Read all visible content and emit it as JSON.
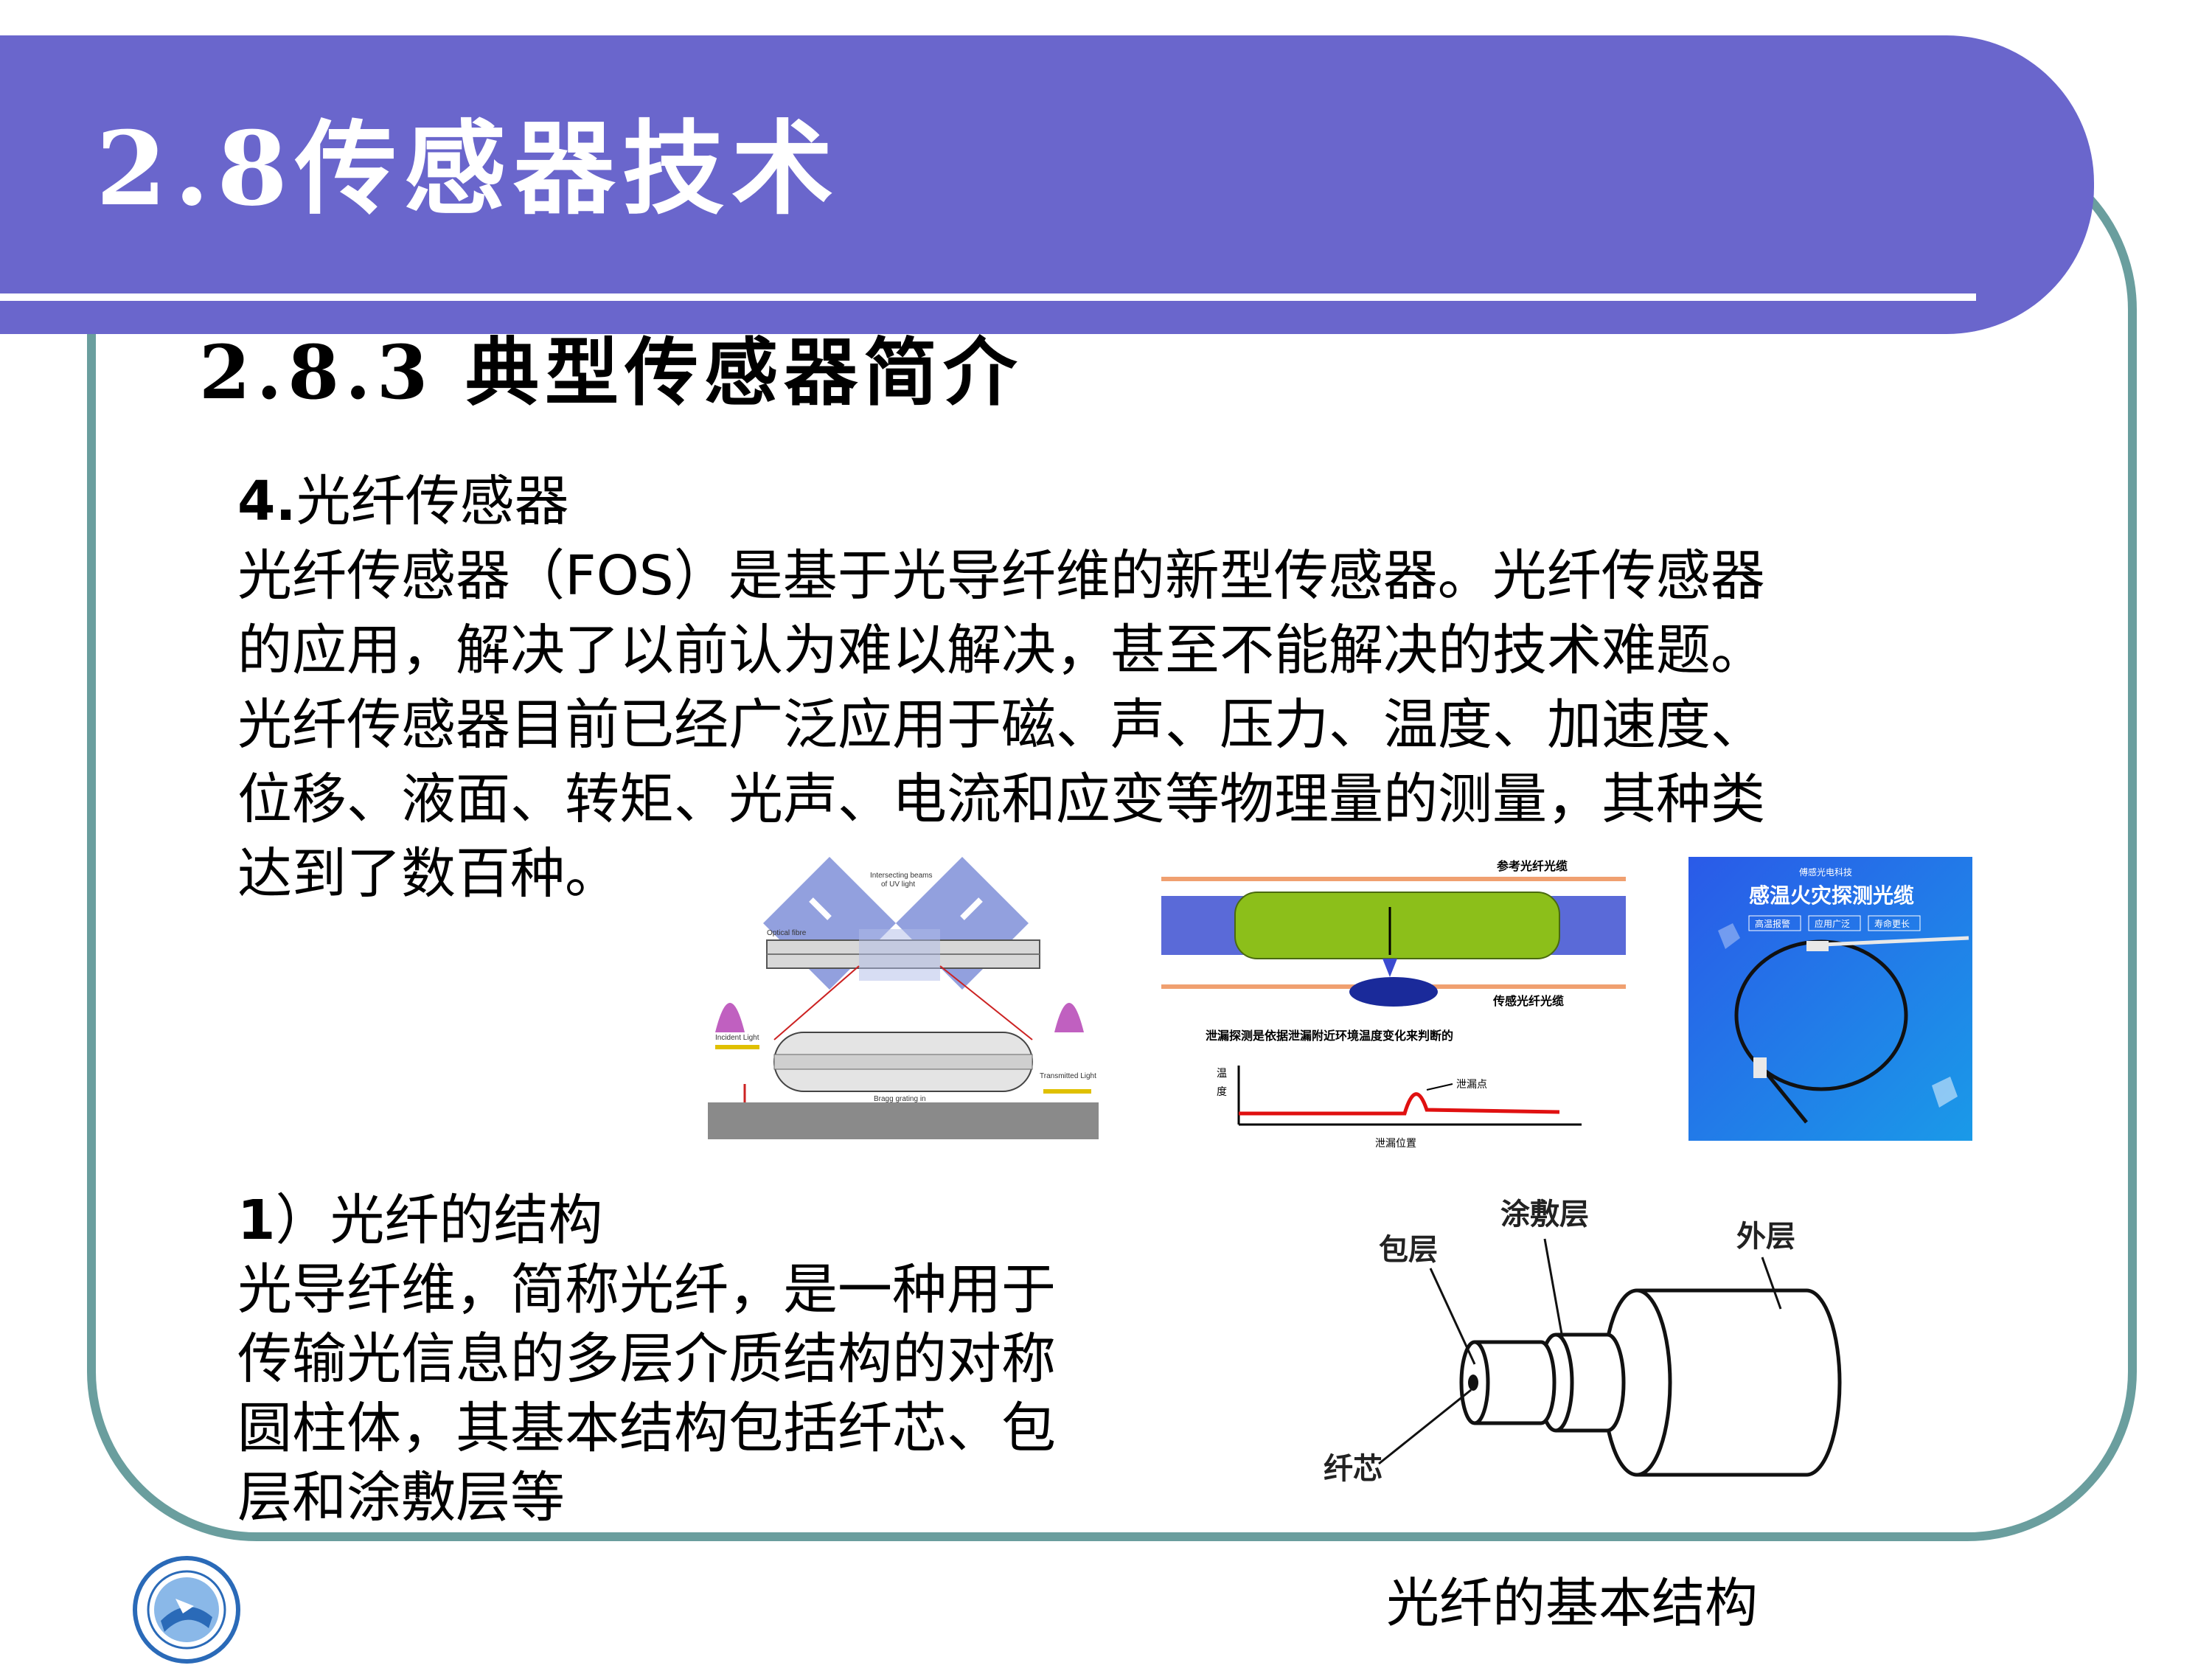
{
  "header": {
    "title": "2.8传感器技术"
  },
  "section": {
    "subtitle": "2.8.3 典型传感器简介"
  },
  "fos": {
    "heading_num": "4.",
    "heading_text": "光纤传感器",
    "lines": [
      "光纤传感器（FOS）是基于光导纤维的新型传感器。光纤传感器",
      "的应用，解决了以前认为难以解决，甚至不能解决的技术难题。",
      "光纤传感器目前已经广泛应用于磁、声、压力、温度、加速度、",
      "位移、液面、转矩、光声、电流和应变等物理量的测量，其种类",
      "达到了数百种。"
    ]
  },
  "figure_bragg": {
    "label_beams_1": "Intersecting beams",
    "label_beams_2": "of UV light",
    "label_fibre": "Optical fibre",
    "label_incident": "Incident Light",
    "label_transmitted": "Transmitted Light",
    "label_grating": "Bragg grating in"
  },
  "figure_leak": {
    "label_ref": "参考光纤光缆",
    "label_sense": "传感光纤光缆",
    "description": "泄漏探测是依据泄漏附近环境温度变化来判断的",
    "y_label_1": "温",
    "y_label_2": "度",
    "leak_point": "泄漏点",
    "x_label": "泄漏位置"
  },
  "figure_cable": {
    "brand": "傅感光电科技",
    "title": "感温火灾探测光缆",
    "tag1": "高温报警",
    "tag2": "应用广泛",
    "tag3": "寿命更长"
  },
  "structure": {
    "heading_num": "1",
    "heading_text": "）光纤的结构",
    "lines": [
      "光导纤维，简称光纤，是一种用于",
      "传输光信息的多层介质结构的对称",
      "圆柱体，其基本结构包括纤芯、包",
      "层和涂敷层等"
    ]
  },
  "figure_fiber": {
    "label_coating": "涂敷层",
    "label_cladding": "包层",
    "label_outer": "外层",
    "label_core": "纤芯",
    "caption": "光纤的基本结构"
  },
  "colors": {
    "header": "#6a66cc",
    "frame": "#6a9e9e"
  }
}
